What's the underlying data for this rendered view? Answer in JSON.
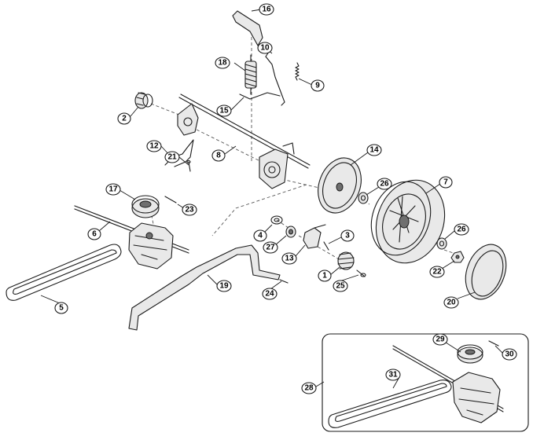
{
  "callouts": [
    {
      "id": "c1",
      "label": "1"
    },
    {
      "id": "c2",
      "label": "2"
    },
    {
      "id": "c3",
      "label": "3"
    },
    {
      "id": "c4",
      "label": "4"
    },
    {
      "id": "c5",
      "label": "5"
    },
    {
      "id": "c6",
      "label": "6"
    },
    {
      "id": "c7",
      "label": "7"
    },
    {
      "id": "c8",
      "label": "8"
    },
    {
      "id": "c9",
      "label": "9"
    },
    {
      "id": "c10",
      "label": "10"
    },
    {
      "id": "c12",
      "label": "12"
    },
    {
      "id": "c13",
      "label": "13"
    },
    {
      "id": "c14",
      "label": "14"
    },
    {
      "id": "c15",
      "label": "15"
    },
    {
      "id": "c16",
      "label": "16"
    },
    {
      "id": "c17",
      "label": "17"
    },
    {
      "id": "c18",
      "label": "18"
    },
    {
      "id": "c19",
      "label": "19"
    },
    {
      "id": "c20",
      "label": "20"
    },
    {
      "id": "c21",
      "label": "21"
    },
    {
      "id": "c22",
      "label": "22"
    },
    {
      "id": "c23",
      "label": "23"
    },
    {
      "id": "c24",
      "label": "24"
    },
    {
      "id": "c25",
      "label": "25"
    },
    {
      "id": "c26a",
      "label": "26"
    },
    {
      "id": "c26b",
      "label": "26"
    },
    {
      "id": "c27",
      "label": "27"
    },
    {
      "id": "c28",
      "label": "28"
    },
    {
      "id": "c29",
      "label": "29"
    },
    {
      "id": "c30",
      "label": "30"
    },
    {
      "id": "c31",
      "label": "31"
    }
  ]
}
